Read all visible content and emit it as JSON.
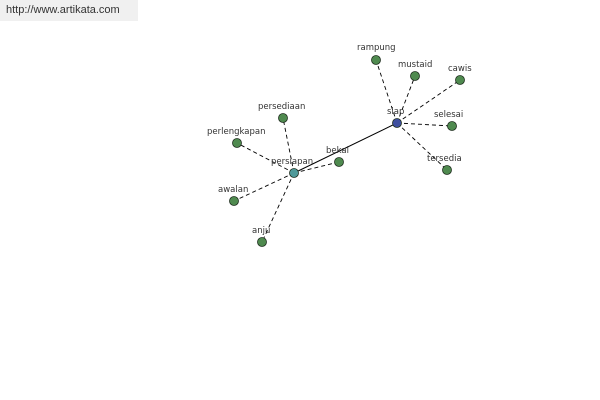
{
  "banner": {
    "url_text": "http://www.artikata.com"
  },
  "colors": {
    "background": "#ffffff",
    "banner_bg": "#f0f0f0",
    "word_node": "#4f8a4f",
    "hub_node_persiapan": "#4f9a9a",
    "hub_node_siap": "#3f4f9f",
    "edge": "#000000",
    "label": "#333333"
  },
  "graph": {
    "nodes": [
      {
        "id": "siap",
        "label": "siap",
        "kind": "hub_siap"
      },
      {
        "id": "persiapan",
        "label": "persiapan",
        "kind": "hub_persiapan"
      },
      {
        "id": "rampung",
        "label": "rampung",
        "kind": "word"
      },
      {
        "id": "mustaid",
        "label": "mustaid",
        "kind": "word"
      },
      {
        "id": "cawis",
        "label": "cawis",
        "kind": "word"
      },
      {
        "id": "selesai",
        "label": "selesai",
        "kind": "word"
      },
      {
        "id": "tersedia",
        "label": "tersedia",
        "kind": "word"
      },
      {
        "id": "bekal",
        "label": "bekal",
        "kind": "word"
      },
      {
        "id": "persediaan",
        "label": "persediaan",
        "kind": "word"
      },
      {
        "id": "perlengkapan",
        "label": "perlengkapan",
        "kind": "word"
      },
      {
        "id": "awalan",
        "label": "awalan",
        "kind": "word"
      },
      {
        "id": "anju",
        "label": "anju",
        "kind": "word"
      }
    ],
    "edges": [
      {
        "from": "persiapan",
        "to": "siap",
        "style": "solid"
      },
      {
        "from": "siap",
        "to": "rampung",
        "style": "dashed"
      },
      {
        "from": "siap",
        "to": "mustaid",
        "style": "dashed"
      },
      {
        "from": "siap",
        "to": "cawis",
        "style": "dashed"
      },
      {
        "from": "siap",
        "to": "selesai",
        "style": "dashed"
      },
      {
        "from": "siap",
        "to": "tersedia",
        "style": "dashed"
      },
      {
        "from": "persiapan",
        "to": "bekal",
        "style": "dashed"
      },
      {
        "from": "persiapan",
        "to": "persediaan",
        "style": "dashed"
      },
      {
        "from": "persiapan",
        "to": "perlengkapan",
        "style": "dashed"
      },
      {
        "from": "persiapan",
        "to": "awalan",
        "style": "dashed"
      },
      {
        "from": "persiapan",
        "to": "anju",
        "style": "dashed"
      }
    ]
  }
}
